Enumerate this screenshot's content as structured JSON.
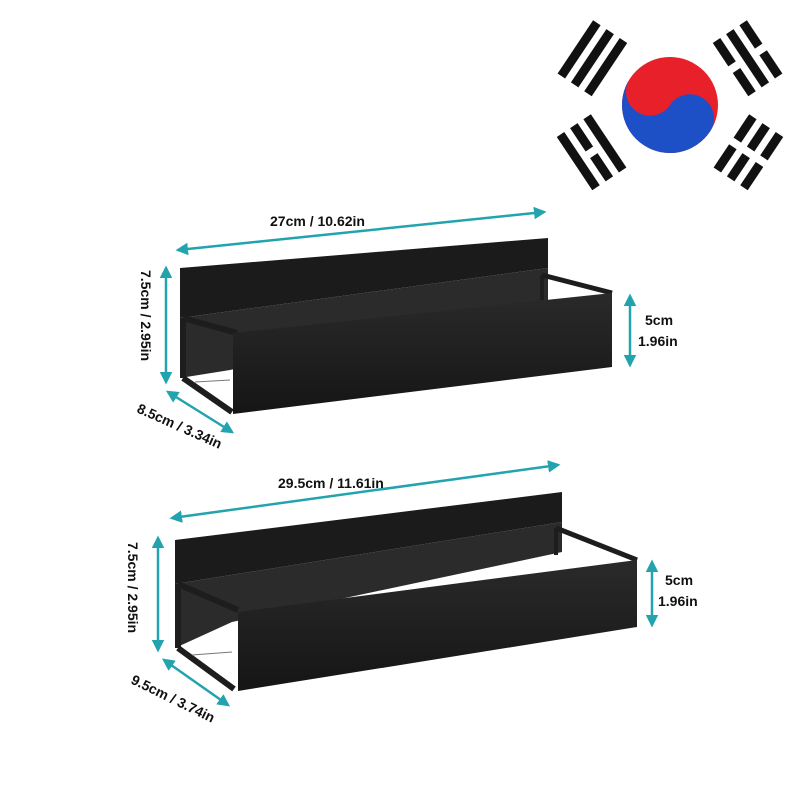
{
  "colors": {
    "dimension_arrow": "#22a3ad",
    "shelf_black": "#1d1d1d",
    "flag_red": "#e8202a",
    "flag_blue": "#1d4fc7",
    "flag_black": "#111111"
  },
  "flag": {
    "icon": "korean-flag-icon"
  },
  "shelf_small": {
    "width_label": "27cm / 10.62in",
    "height_label": "7.5cm / 2.95in",
    "depth_label": "8.5cm / 3.34in",
    "front_cm": "5cm",
    "front_in": "1.96in"
  },
  "shelf_large": {
    "width_label": "29.5cm / 11.61in",
    "height_label": "7.5cm / 2.95in",
    "depth_label": "9.5cm / 3.74in",
    "front_cm": "5cm",
    "front_in": "1.96in"
  }
}
